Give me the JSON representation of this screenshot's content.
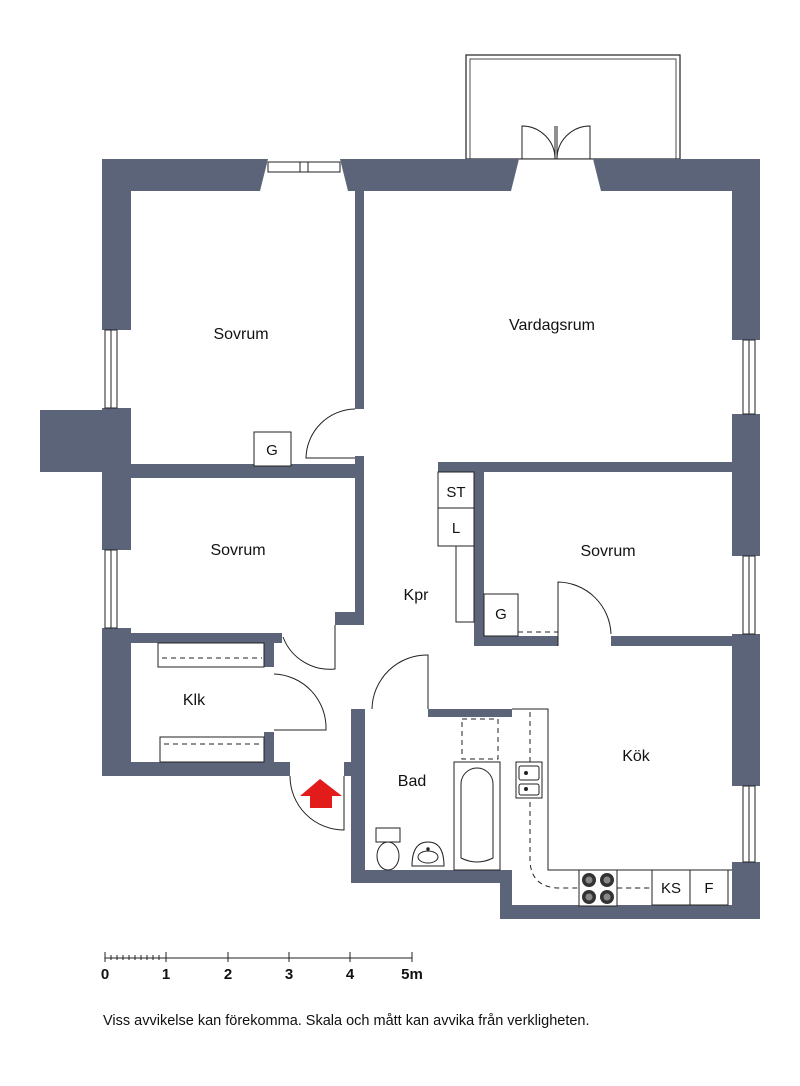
{
  "colors": {
    "wall": "#5b6478",
    "arrow": "#e21b1b",
    "line": "#222222"
  },
  "rooms": {
    "sovrum_1": "Sovrum",
    "vardagsrum": "Vardagsrum",
    "sovrum_2": "Sovrum",
    "sovrum_3": "Sovrum",
    "kpr": "Kpr",
    "klk": "Klk",
    "bad": "Bad",
    "kok": "Kök"
  },
  "fixtures": {
    "g_1": "G",
    "st": "ST",
    "l": "L",
    "g_2": "G",
    "ks": "KS",
    "f": "F"
  },
  "entrance_icon": "arrow-up-icon",
  "scale": {
    "labels": [
      "0",
      "1",
      "2",
      "3",
      "4",
      "5m"
    ]
  },
  "disclaimer": "Viss avvikelse kan förekomma. Skala och mått kan avvika från verkligheten."
}
